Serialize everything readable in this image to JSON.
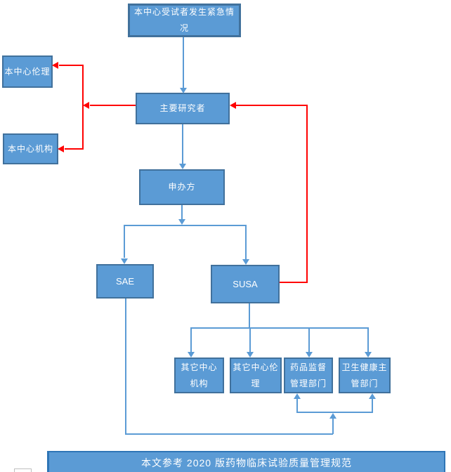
{
  "diagram": {
    "title_hint": "clinical-trial-emergency-reporting-flowchart",
    "nodes": {
      "emergency": {
        "label": "本中心受试者发生紧急情况"
      },
      "center_ethics": {
        "label": "本中心伦理"
      },
      "center_org": {
        "label": "本中心机构"
      },
      "pi": {
        "label": "主要研究者"
      },
      "sponsor": {
        "label": "申办方"
      },
      "sae": {
        "label": "SAE"
      },
      "susa": {
        "label": "SUSA"
      },
      "other_center_org": {
        "label": "其它中心\n机构"
      },
      "other_center_ethics": {
        "label": "其它中心伦\n理"
      },
      "drug_admin": {
        "label": "药品监督\n管理部门"
      },
      "health_admin": {
        "label": "卫生健康主\n管部门"
      }
    },
    "edges": [
      {
        "from": "emergency",
        "to": "pi",
        "color": "blue"
      },
      {
        "from": "pi",
        "to": "center_ethics",
        "color": "red"
      },
      {
        "from": "pi",
        "to": "center_org",
        "color": "red"
      },
      {
        "from": "pi",
        "to": "sponsor",
        "color": "blue"
      },
      {
        "from": "sponsor",
        "to": "sae",
        "color": "blue"
      },
      {
        "from": "sponsor",
        "to": "susa",
        "color": "blue"
      },
      {
        "from": "susa",
        "to": "pi",
        "color": "red"
      },
      {
        "from": "susa",
        "to": "other_center_org",
        "color": "blue"
      },
      {
        "from": "susa",
        "to": "other_center_ethics",
        "color": "blue"
      },
      {
        "from": "susa",
        "to": "drug_admin",
        "color": "blue"
      },
      {
        "from": "susa",
        "to": "health_admin",
        "color": "blue"
      },
      {
        "from": "sae",
        "to": "drug_admin",
        "color": "blue"
      },
      {
        "from": "sae",
        "to": "health_admin",
        "color": "blue"
      }
    ],
    "colors": {
      "node_fill": "#5B9BD5",
      "node_border": "#41719C",
      "footer_border": "#2E75B6",
      "connector_blue": "#5B9BD5",
      "connector_red": "#FF0000",
      "node_text": "#FFFFFF"
    }
  },
  "footer": {
    "label": "本文参考 2020 版药物临床试验质量管理规范"
  }
}
